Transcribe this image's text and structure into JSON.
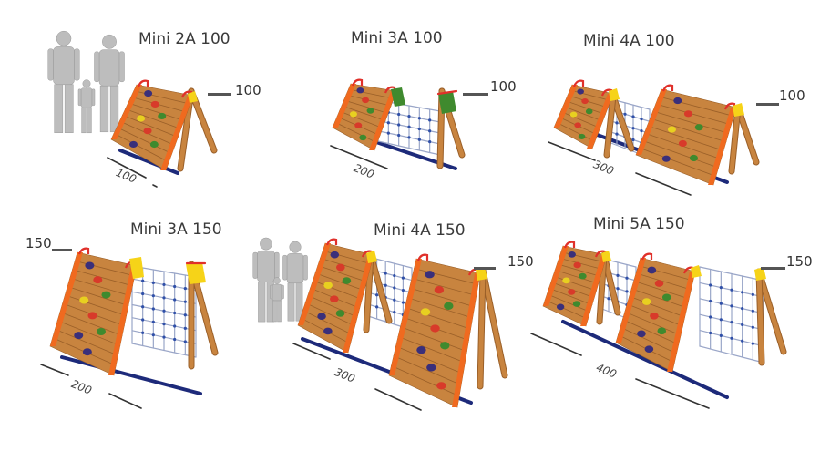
{
  "products": [
    {
      "title": "Mini 2A 100",
      "height": "100",
      "width": "100"
    },
    {
      "title": "Mini 3A 100",
      "height": "100",
      "width": "200"
    },
    {
      "title": "Mini 4A 100",
      "height": "100",
      "width": "300"
    },
    {
      "title": "Mini 3A 150",
      "height": "150",
      "width": "200"
    },
    {
      "title": "Mini 4A 150",
      "height": "150",
      "width": "300"
    },
    {
      "title": "Mini 5A 150",
      "height": "150",
      "width": "400"
    }
  ],
  "colors": {
    "wood": "#c8843f",
    "wood_dark": "#9a5f28",
    "orange_post": "#f06a1f",
    "base": "#1d2a7a",
    "rope": "#9aa6c8",
    "yellow": "#f6d318",
    "handle": "#e0302a",
    "hold_red": "#d83a2a",
    "hold_green": "#3f8a2e",
    "hold_purple": "#3a2f7a",
    "hold_yellow": "#e8d020",
    "people": "#bdbdbd"
  }
}
